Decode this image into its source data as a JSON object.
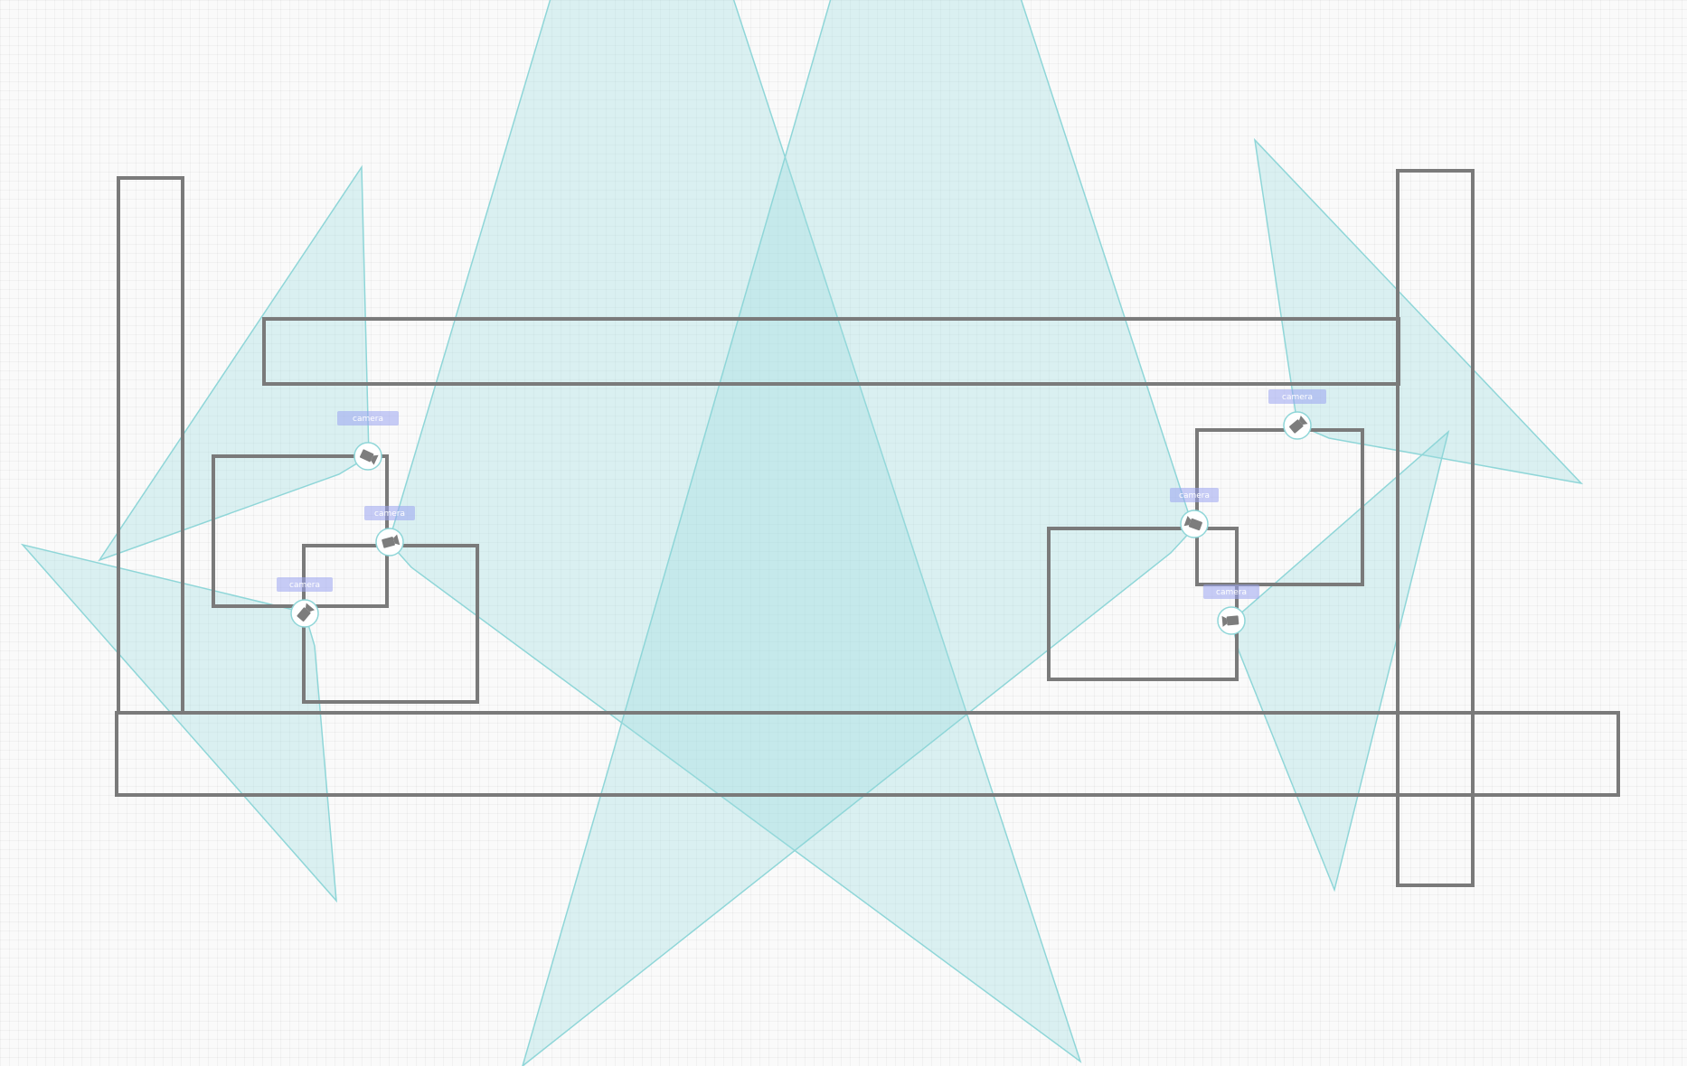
{
  "colors": {
    "wall": "#7a7a7a",
    "fov_fill": "#9fdde0",
    "fov_stroke": "#8fd6d8",
    "camera_circle_fill": "#ffffff",
    "camera_circle_stroke": "#8fd6d8",
    "camera_body": "#7d7d7d",
    "tag_fill": "#9aa4f0"
  },
  "walls": [
    {
      "id": "left-pillar"
    },
    {
      "id": "right-pillar"
    },
    {
      "id": "top-beam"
    },
    {
      "id": "bottom-beam"
    },
    {
      "id": "left-room-a"
    },
    {
      "id": "left-room-b"
    },
    {
      "id": "right-room-a"
    },
    {
      "id": "right-room-b"
    }
  ],
  "cameras": [
    {
      "id": "camera-1",
      "icon": "camera-icon",
      "tag": "camera"
    },
    {
      "id": "camera-2",
      "icon": "camera-icon",
      "tag": "camera"
    },
    {
      "id": "camera-3",
      "icon": "camera-icon",
      "tag": "camera"
    },
    {
      "id": "camera-4",
      "icon": "camera-icon",
      "tag": "camera"
    },
    {
      "id": "camera-5",
      "icon": "camera-icon",
      "tag": "camera"
    },
    {
      "id": "camera-6",
      "icon": "camera-icon",
      "tag": "camera"
    }
  ]
}
